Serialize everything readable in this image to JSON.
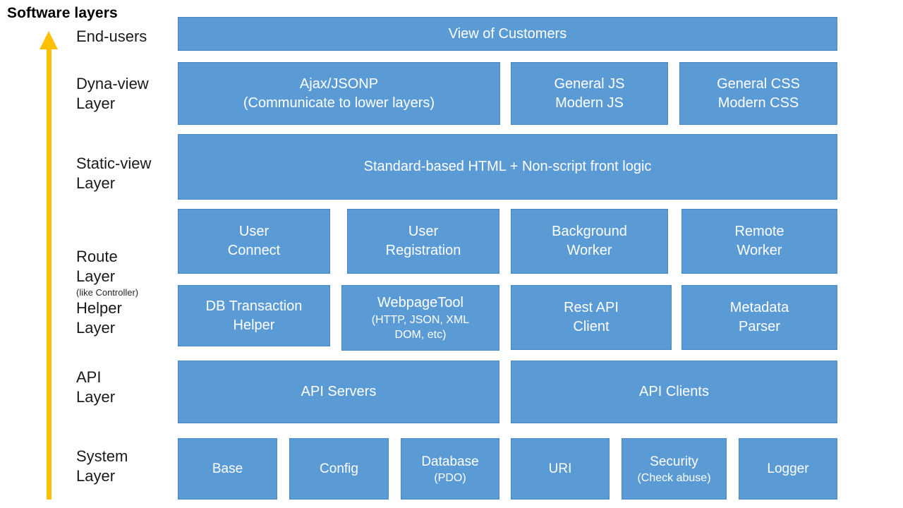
{
  "title": "Software layers",
  "colors": {
    "box_fill": "#5B9BD5",
    "box_border": "#4A8AC4",
    "arrow": "#FFC000",
    "text_on_box": "#FFFFFF",
    "label_text": "#1A1A1A"
  },
  "arrow": {
    "name": "upward-arrow",
    "direction": "up"
  },
  "layers": [
    {
      "label": "End-users",
      "sublabel": ""
    },
    {
      "label": "Dyna-view\nLayer",
      "sublabel": ""
    },
    {
      "label": "Static-view\nLayer",
      "sublabel": ""
    },
    {
      "label": "Route\nLayer",
      "sublabel": "(like Controller)"
    },
    {
      "label": "Helper\nLayer",
      "sublabel": ""
    },
    {
      "label": "API\nLayer",
      "sublabel": ""
    },
    {
      "label": "System\nLayer",
      "sublabel": ""
    }
  ],
  "boxes": {
    "end_users": [
      {
        "title": "View of Customers",
        "sub": ""
      }
    ],
    "dyna_view": [
      {
        "title": "Ajax/JSONP\n(Communicate to lower layers)",
        "sub": ""
      },
      {
        "title": "General JS\nModern JS",
        "sub": ""
      },
      {
        "title": "General CSS\nModern CSS",
        "sub": ""
      }
    ],
    "static_view": [
      {
        "title": "Standard-based  HTML + Non-script  front logic",
        "sub": ""
      }
    ],
    "route": [
      {
        "title": "User\nConnect",
        "sub": ""
      },
      {
        "title": "User\nRegistration",
        "sub": ""
      },
      {
        "title": "Background\nWorker",
        "sub": ""
      },
      {
        "title": "Remote\nWorker",
        "sub": ""
      }
    ],
    "helper": [
      {
        "title": "DB Transaction\nHelper",
        "sub": ""
      },
      {
        "title": "WebpageTool",
        "sub": "(HTTP, JSON, XML\nDOM, etc)"
      },
      {
        "title": "Rest API\nClient",
        "sub": ""
      },
      {
        "title": "Metadata\nParser",
        "sub": ""
      }
    ],
    "api": [
      {
        "title": "API Servers",
        "sub": ""
      },
      {
        "title": "API Clients",
        "sub": ""
      }
    ],
    "system": [
      {
        "title": "Base",
        "sub": ""
      },
      {
        "title": "Config",
        "sub": ""
      },
      {
        "title": "Database",
        "sub": "(PDO)"
      },
      {
        "title": "URI",
        "sub": ""
      },
      {
        "title": "Security",
        "sub": "(Check abuse)"
      },
      {
        "title": "Logger",
        "sub": ""
      }
    ]
  }
}
